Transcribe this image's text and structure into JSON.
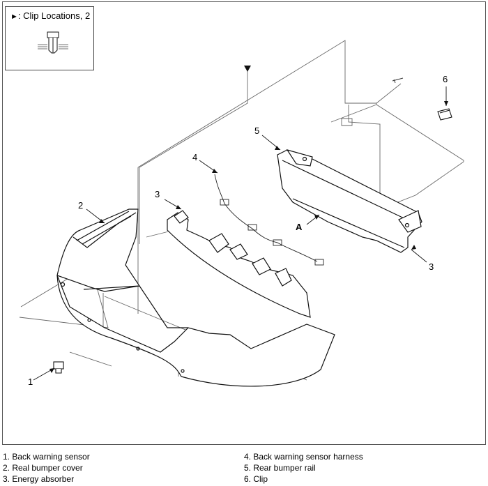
{
  "inset": {
    "marker": "►",
    "label": ": Clip Locations, 2"
  },
  "callouts": {
    "c1": "1",
    "c2": "2",
    "c3_left": "3",
    "c3_right": "3",
    "c4": "4",
    "c5": "5",
    "c6": "6",
    "cA": "A"
  },
  "legend": {
    "left": [
      "1. Back warning sensor",
      "2. Real bumper cover",
      "3. Energy absorber"
    ],
    "right": [
      "4. Back warning sensor harness",
      "5. Rear bumper rail",
      "6. Clip"
    ]
  }
}
